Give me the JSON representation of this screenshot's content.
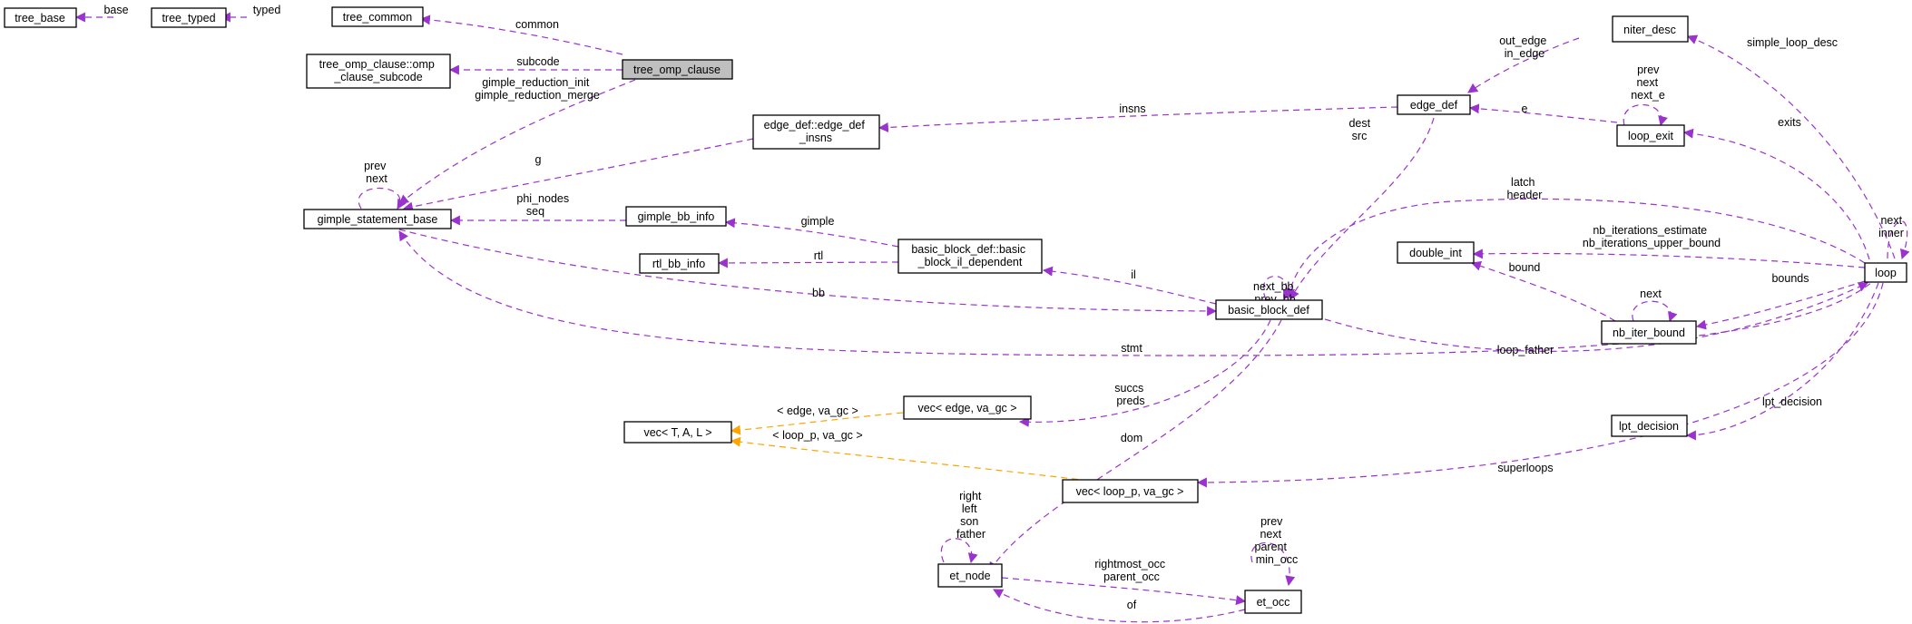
{
  "colors": {
    "member_edge": "#9a32cd",
    "template_edge": "#ffa500",
    "highlight_fill": "#bfbfbf"
  },
  "nodes": {
    "tree_base": [
      "tree_base"
    ],
    "tree_typed": [
      "tree_typed"
    ],
    "tree_common": [
      "tree_common"
    ],
    "tree_omp_clause": [
      "tree_omp_clause"
    ],
    "omp_clause_subcode": [
      "tree_omp_clause::omp",
      "_clause_subcode"
    ],
    "gimple_statement_base": [
      "gimple_statement_base"
    ],
    "edge_def_insns": [
      "edge_def::edge_def",
      "_insns"
    ],
    "gimple_bb_info": [
      "gimple_bb_info"
    ],
    "rtl_bb_info": [
      "rtl_bb_info"
    ],
    "bb_il_dependent": [
      "basic_block_def::basic",
      "_block_il_dependent"
    ],
    "edge_def": [
      "edge_def"
    ],
    "basic_block_def": [
      "basic_block_def"
    ],
    "niter_desc": [
      "niter_desc"
    ],
    "loop_exit": [
      "loop_exit"
    ],
    "double_int": [
      "double_int"
    ],
    "nb_iter_bound": [
      "nb_iter_bound"
    ],
    "loop": [
      "loop"
    ],
    "lpt_decision": [
      "lpt_decision"
    ],
    "vec_edge": [
      "vec< edge, va_gc >"
    ],
    "vec_tal": [
      "vec< T, A, L >"
    ],
    "vec_loop": [
      "vec< loop_p, va_gc >"
    ],
    "et_node": [
      "et_node"
    ],
    "et_occ": [
      "et_occ"
    ]
  },
  "edges": {
    "base": [
      "base"
    ],
    "typed": [
      "typed"
    ],
    "common": [
      "common"
    ],
    "subcode": [
      "subcode"
    ],
    "gimple_reduction": [
      "gimple_reduction_init",
      "gimple_reduction_merge"
    ],
    "prev_next_gsb": [
      "prev",
      "next"
    ],
    "g": [
      "g"
    ],
    "insns": [
      "insns"
    ],
    "phi_seq": [
      "phi_nodes",
      "seq"
    ],
    "gimple": [
      "gimple"
    ],
    "rtl": [
      "rtl"
    ],
    "il": [
      "il"
    ],
    "bb": [
      "bb"
    ],
    "stmt": [
      "stmt"
    ],
    "out_in_edge": [
      "out_edge",
      "in_edge"
    ],
    "dest_src": [
      "dest",
      "src"
    ],
    "e": [
      "e"
    ],
    "prev_next_e": [
      "prev",
      "next",
      "next_e"
    ],
    "simple_loop_desc": [
      "simple_loop_desc"
    ],
    "exits": [
      "exits"
    ],
    "latch_header": [
      "latch",
      "header"
    ],
    "next_prev_bb": [
      "next_bb",
      "prev_bb"
    ],
    "nb_iterations": [
      "nb_iterations_estimate",
      "nb_iterations_upper_bound"
    ],
    "bound": [
      "bound"
    ],
    "next_nb": [
      "next"
    ],
    "bounds": [
      "bounds"
    ],
    "next_inner": [
      "next",
      "inner"
    ],
    "loop_father": [
      "loop_father"
    ],
    "succs_preds": [
      "succs",
      "preds"
    ],
    "dom": [
      "dom"
    ],
    "lpt_decision": [
      "lpt_decision"
    ],
    "superloops": [
      "superloops"
    ],
    "tmpl_edge": [
      "< edge, va_gc >"
    ],
    "tmpl_loop": [
      "< loop_p, va_gc >"
    ],
    "et_node_self": [
      "right",
      "left",
      "son",
      "father"
    ],
    "et_occ_self": [
      "prev",
      "next",
      "parent",
      "min_occ"
    ],
    "rightmost_parent": [
      "rightmost_occ",
      "parent_occ"
    ],
    "of": [
      "of"
    ]
  }
}
